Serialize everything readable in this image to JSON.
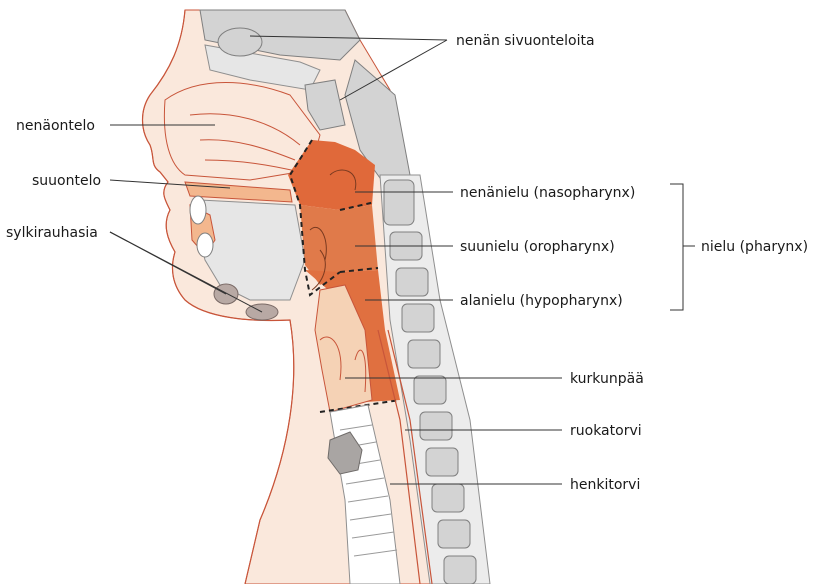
{
  "labels": {
    "sinuses": "nenän sivuonteloita",
    "nasal_cavity": "nenäontelo",
    "oral_cavity": "suuontelo",
    "salivary_glands": "sylkirauhasia",
    "nasopharynx": "nenänielu (nasopharynx)",
    "oropharynx": "suunielu (oropharynx)",
    "hypopharynx": "alanielu (hypopharynx)",
    "pharynx": "nielu (pharynx)",
    "larynx": "kurkunpää",
    "esophagus": "ruokatorvi",
    "trachea": "henkitorvi"
  },
  "colors": {
    "pharynx_highlight": "#e0693a",
    "larynx_highlight": "#f5d2b5",
    "outline": "#c8553a",
    "bone": "#d3d3d3",
    "soft_tissue": "#fae8dc"
  }
}
